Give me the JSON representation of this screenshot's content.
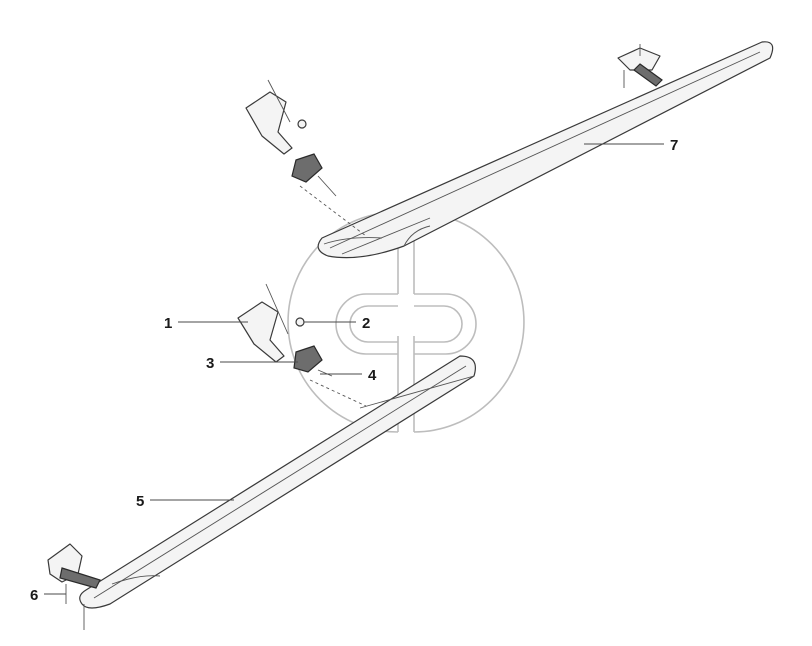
{
  "diagram": {
    "callouts": [
      {
        "id": "1",
        "label": "1"
      },
      {
        "id": "2",
        "label": "2"
      },
      {
        "id": "3",
        "label": "3"
      },
      {
        "id": "4",
        "label": "4"
      },
      {
        "id": "5",
        "label": "5"
      },
      {
        "id": "6",
        "label": "6"
      },
      {
        "id": "7",
        "label": "7"
      }
    ]
  },
  "colors": {
    "background": "#ffffff",
    "line": "#3a3a3a",
    "watermark": "#bdbdbd"
  }
}
